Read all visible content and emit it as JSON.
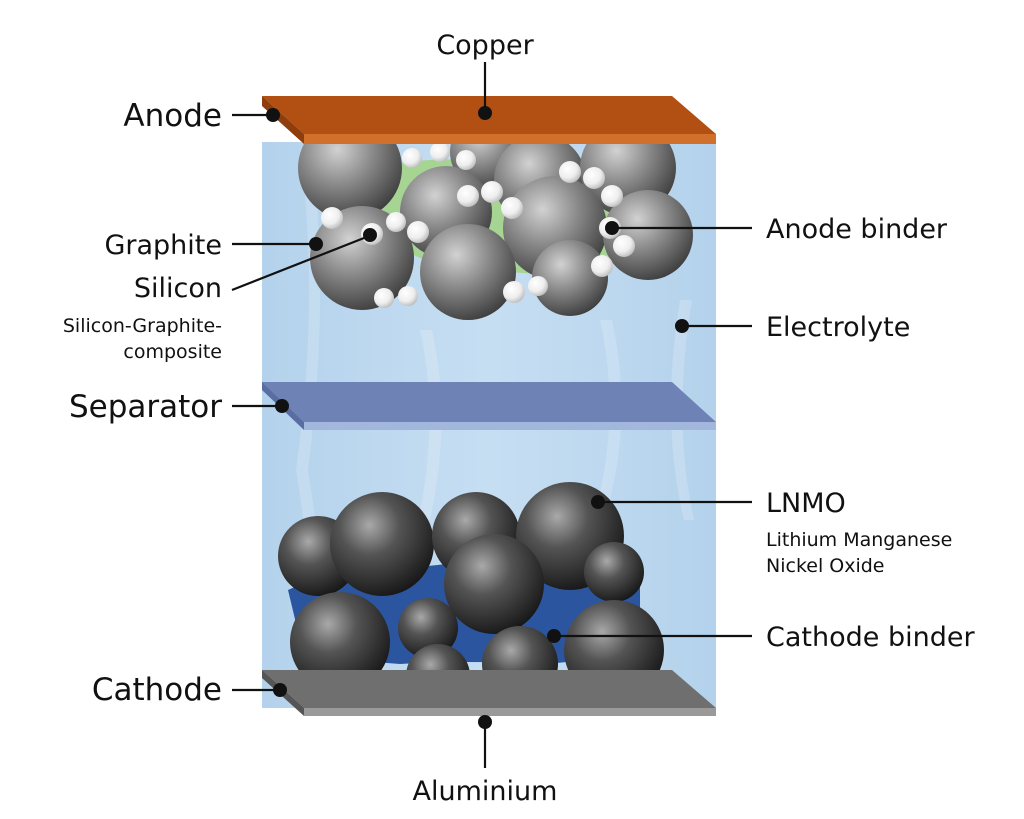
{
  "labels": {
    "copper": "Copper",
    "anode": "Anode",
    "graphite": "Graphite",
    "silicon": "Silicon",
    "composite_line1": "Silicon-Graphite-",
    "composite_line2": "composite",
    "anode_binder": "Anode binder",
    "electrolyte": "Electrolyte",
    "separator": "Separator",
    "lnmo": "LNMO",
    "lnmo_desc_line1": "Lithium Manganese",
    "lnmo_desc_line2": "Nickel Oxide",
    "cathode_binder": "Cathode binder",
    "cathode": "Cathode",
    "aluminium": "Aluminium"
  },
  "colors": {
    "copper": "#b24f12",
    "copper_edge": "#d0702a",
    "electrolyte": "#bcd8ee",
    "separator": "#6f82b6",
    "separator_edge": "#a3b6dc",
    "aluminium": "#6f6f6f",
    "aluminium_edge": "#9a9a9a",
    "anode_binder": "#a6d493",
    "cathode_binder": "#2c55a0",
    "particle_dark": "#2c2c2c",
    "particle_light": "#d8d8d8",
    "silicon": "#f2f2f2"
  }
}
